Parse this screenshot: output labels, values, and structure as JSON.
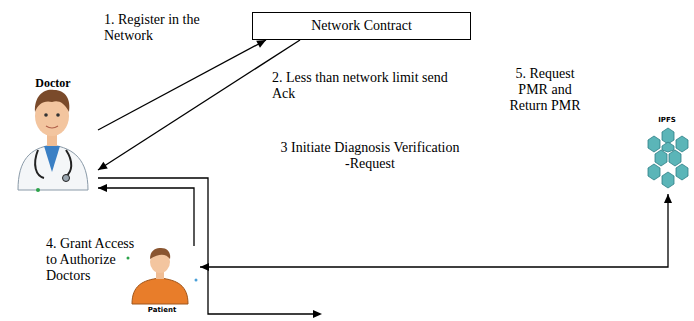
{
  "diagram": {
    "nodes": [
      {
        "text": [
          "Doctor"
        ]
      },
      {
        "text": [
          "Network Contract"
        ]
      },
      {
        "text": [
          "Patient"
        ]
      },
      {
        "text": [
          "IPFS"
        ]
      }
    ],
    "edges": [
      {
        "from": 0,
        "to": 1,
        "label": "1. Register in the Network",
        "arrow": "to"
      },
      {
        "from": 1,
        "to": 0,
        "label": "2. Less than network limit send Ack",
        "arrow": "to"
      },
      {
        "from": 2,
        "to": 0,
        "label": "4. Grant Access to Authorize Doctors",
        "arrow": "to"
      },
      {
        "from": 2,
        "to": 3,
        "label": "5. Request PMR and Return PMR",
        "arrow": "both"
      }
    ],
    "labels": [
      "3 Initiate Diagnosis Verification -Request"
    ]
  }
}
